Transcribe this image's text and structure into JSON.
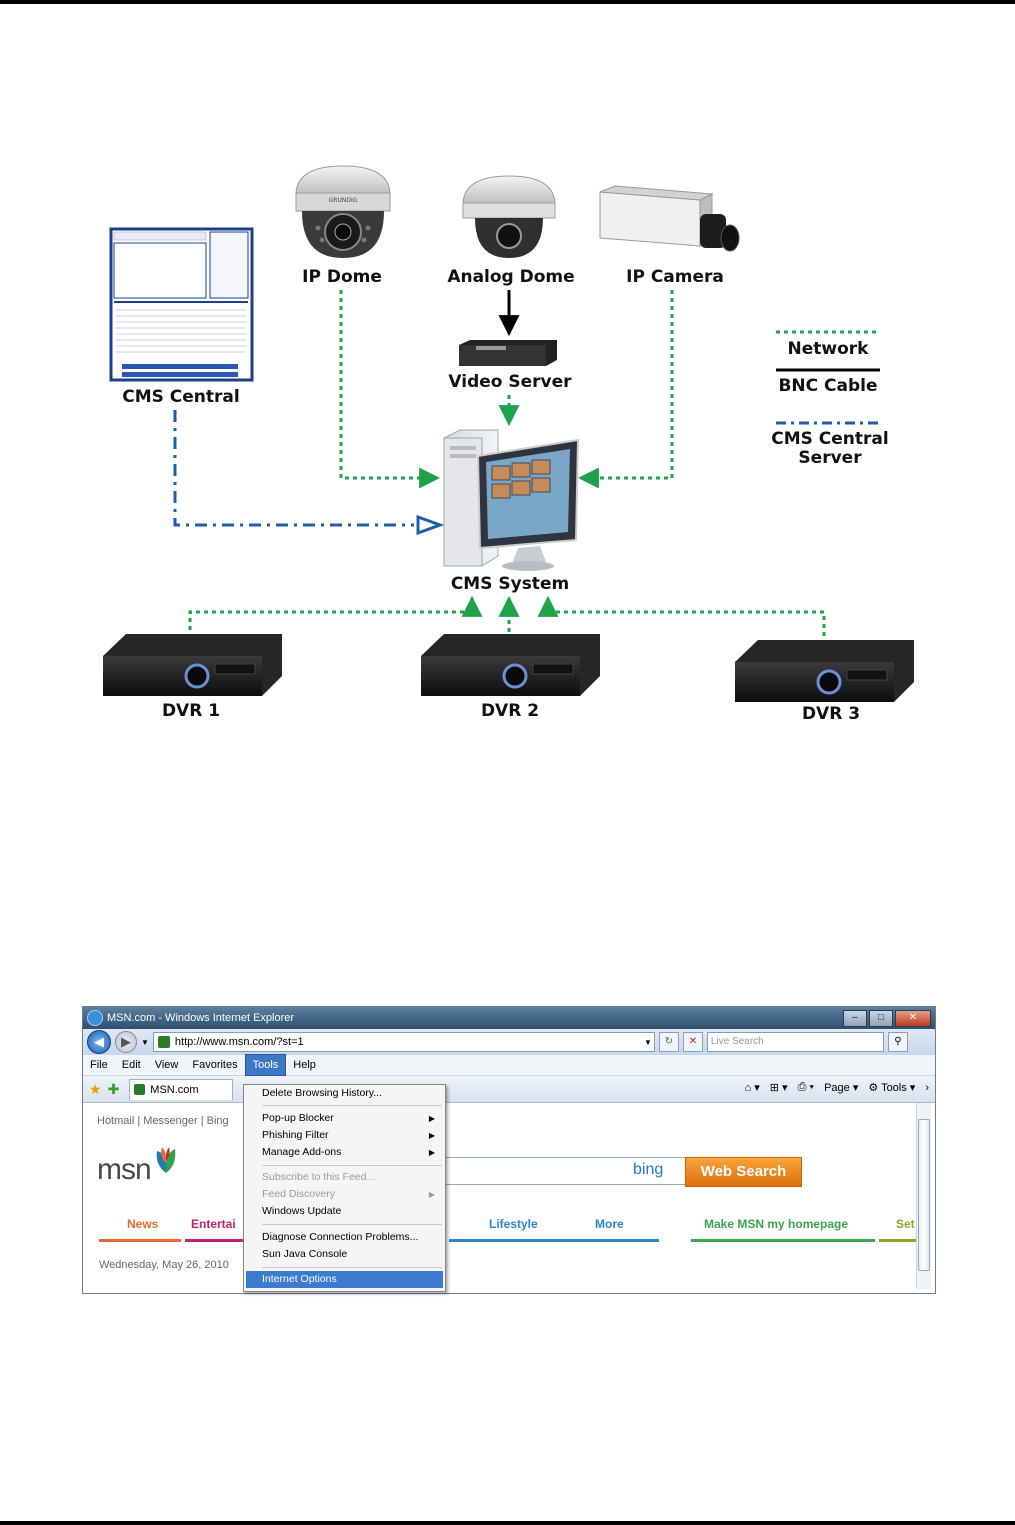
{
  "diagram": {
    "labels": {
      "ip_dome": "IP Dome",
      "analog_dome": "Analog Dome",
      "ip_camera": "IP Camera",
      "video_server": "Video Server",
      "cms_central": "CMS Central",
      "cms_system": "CMS System",
      "dvr1": "DVR 1",
      "dvr2": "DVR 2",
      "dvr3": "DVR 3"
    },
    "legend": {
      "network": "Network",
      "bnc": "BNC Cable",
      "cms_server_line1": "CMS Central",
      "cms_server_line2": "Server"
    },
    "colors": {
      "network": "#1fa34a",
      "bnc": "#000000",
      "cms_server": "#1f5fa8"
    },
    "camera_brand": "GRUNDIG"
  },
  "browser": {
    "title": "MSN.com - Windows Internet Explorer",
    "address": "http://www.msn.com/?st=1",
    "search_placeholder": "Live Search",
    "menus": [
      "File",
      "Edit",
      "View",
      "Favorites",
      "Tools",
      "Help"
    ],
    "active_menu": "Tools",
    "tab_label": "MSN.com",
    "toolbar": {
      "page": "Page",
      "tools": "Tools"
    },
    "page": {
      "toplinks": "Hotmail | Messenger | Bing",
      "logo": "msn",
      "bing": "bing",
      "web_search": "Web Search",
      "categories": [
        {
          "label": "News",
          "color": "#e8692a"
        },
        {
          "label": "Entertai",
          "color": "#c2206f"
        },
        {
          "label": "Lifestyle",
          "color": "#2a86c8"
        },
        {
          "label": "More",
          "color": "#2a86c8"
        },
        {
          "label": "Make MSN my homepage",
          "color": "#3aa64b"
        },
        {
          "label": "Set",
          "color": "#8aa82a"
        }
      ],
      "date": "Wednesday, May 26, 2010"
    },
    "tools_menu": [
      {
        "label": "Delete Browsing History...",
        "disabled": false,
        "submenu": false,
        "highlighted": false
      },
      {
        "label": "Pop-up Blocker",
        "disabled": false,
        "submenu": true,
        "highlighted": false
      },
      {
        "label": "Phishing Filter",
        "disabled": false,
        "submenu": true,
        "highlighted": false
      },
      {
        "label": "Manage Add-ons",
        "disabled": false,
        "submenu": true,
        "highlighted": false
      },
      {
        "label": "Subscribe to this Feed...",
        "disabled": true,
        "submenu": false,
        "highlighted": false
      },
      {
        "label": "Feed Discovery",
        "disabled": true,
        "submenu": true,
        "highlighted": false
      },
      {
        "label": "Windows Update",
        "disabled": false,
        "submenu": false,
        "highlighted": false
      },
      {
        "label": "Diagnose Connection Problems...",
        "disabled": false,
        "submenu": false,
        "highlighted": false
      },
      {
        "label": "Sun Java Console",
        "disabled": false,
        "submenu": false,
        "highlighted": false
      },
      {
        "label": "Internet Options",
        "disabled": false,
        "submenu": false,
        "highlighted": true
      }
    ]
  }
}
